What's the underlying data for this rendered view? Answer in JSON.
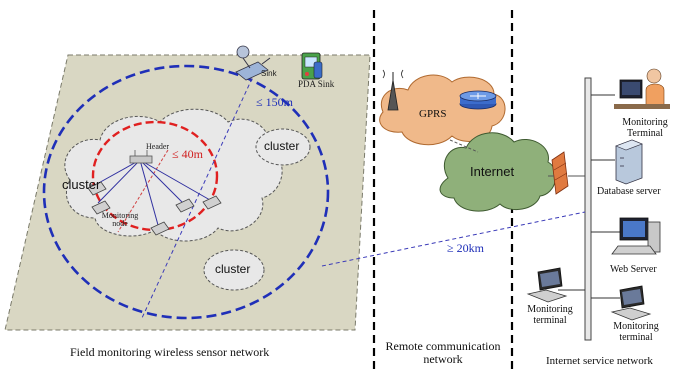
{
  "sections": {
    "field": "Field monitoring wireless sensor network",
    "remote_line1": "Remote communication",
    "remote_line2": "network",
    "internet_service": "Internet service network"
  },
  "field": {
    "sink_label": "Sink",
    "pda_label": "PDA Sink",
    "range_outer": "≤ 150m",
    "range_inner": "≤ 40m",
    "header_label": "Header",
    "monitoring_node_line1": "Monitoring",
    "monitoring_node_line2": "node",
    "clusters": [
      "cluster",
      "cluster",
      "cluster"
    ]
  },
  "remote": {
    "gprs": "GPRS",
    "internet": "Internet",
    "distance": "≥ 20km"
  },
  "service": {
    "monitoring_terminal_top_line1": "Monitoring",
    "monitoring_terminal_top_line2": "Terminal",
    "database_server": "Database server",
    "web_server": "Web Server",
    "monitoring_terminal_left_line1": "Monitoring",
    "monitoring_terminal_left_line2": "terminal",
    "monitoring_terminal_right_line1": "Monitoring",
    "monitoring_terminal_right_line2": "terminal"
  },
  "colors": {
    "field_fill": "#d9d7c3",
    "outer_circle": "#1f2fb8",
    "inner_circle": "#e02020",
    "cloud": "#e8e8e8",
    "gprs_cloud": "#f0b98a",
    "internet_cloud": "#8fb07a",
    "link_line": "#3a3ab8"
  },
  "icons": [
    "satellite-sink-icon",
    "pda-sink-icon",
    "gprs-tower-icon",
    "router-icon",
    "firewall-icon",
    "operator-workstation-icon",
    "database-server-icon",
    "web-server-icon",
    "laptop-icon"
  ]
}
